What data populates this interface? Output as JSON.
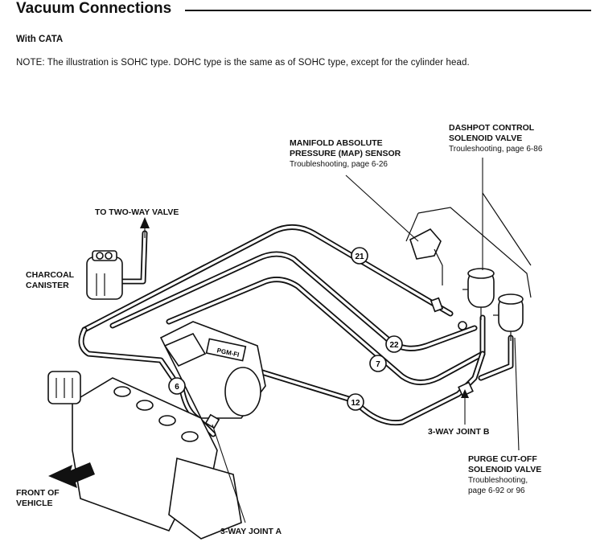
{
  "header": {
    "title": "Vacuum Connections",
    "subtitle": "With CATA",
    "note": "NOTE: The illustration is SOHC type. DOHC type is the same as of SOHC type, except for the cylinder head."
  },
  "labels": {
    "map_sensor": {
      "name_line1": "MANIFOLD ABSOLUTE",
      "name_line2": "PRESSURE (MAP) SENSOR",
      "ref": "Troubleshooting, page 6-26"
    },
    "dashpot": {
      "name_line1": "DASHPOT CONTROL",
      "name_line2": "SOLENOID VALVE",
      "ref": "Trouleshooting, page 6-86"
    },
    "two_way_valve": "TO TWO-WAY VALVE",
    "charcoal_canister": {
      "line1": "CHARCOAL",
      "line2": "CANISTER"
    },
    "three_way_b": "3-WAY JOINT B",
    "purge_cutoff": {
      "name_line1": "PURGE CUT-OFF",
      "name_line2": "SOLENOID VALVE",
      "ref_line1": "Troubleshooting,",
      "ref_line2": "page 6-92 or 96"
    },
    "front_of_vehicle": {
      "line1": "FRONT OF",
      "line2": "VEHICLE"
    },
    "three_way_a": "3-WAY JOINT A",
    "pgm_fi_badge": "PGM-FI"
  },
  "hose_numbers": [
    "21",
    "22",
    "7",
    "6",
    "12"
  ]
}
